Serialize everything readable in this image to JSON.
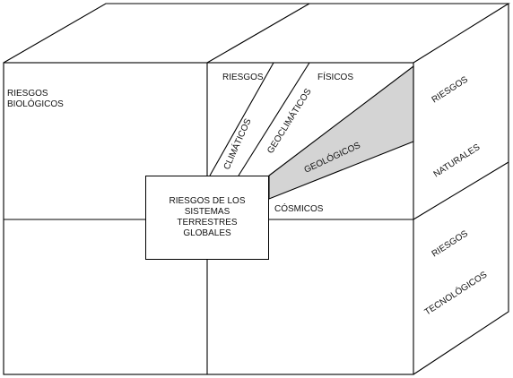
{
  "labels": {
    "biologicos_1": "RIESGOS",
    "biologicos_2": "BIOLÓGICOS",
    "riesgos_top": "RIESGOS",
    "fisicos": "FÍSICOS",
    "climaticos": "CLIMÁTICOS",
    "geoclimaticos": "GEOCLIMÁTICOS",
    "geologicos": "GEOLÓGICOS",
    "cosmicos": "CÓSMICOS",
    "naturales_1": "RIESGOS",
    "naturales_2": "NATURALES",
    "tecnologicos_1": "RIESGOS",
    "tecnologicos_2": "TECNOLÓGICOS"
  },
  "center_box": {
    "line1": "RIESGOS DE LOS",
    "line2": "SISTEMAS",
    "line3": "TERRESTRES",
    "line4": "GLOBALES"
  },
  "colors": {
    "stroke": "#000000",
    "geologicos_fill": "#d4d4d4"
  }
}
